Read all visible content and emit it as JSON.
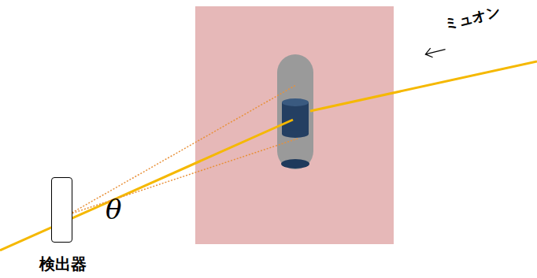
{
  "diagram": {
    "nodes": [
      {
        "text": [
          "検出器"
        ]
      }
    ],
    "labels": [
      "ミュオン",
      "θ"
    ]
  }
}
